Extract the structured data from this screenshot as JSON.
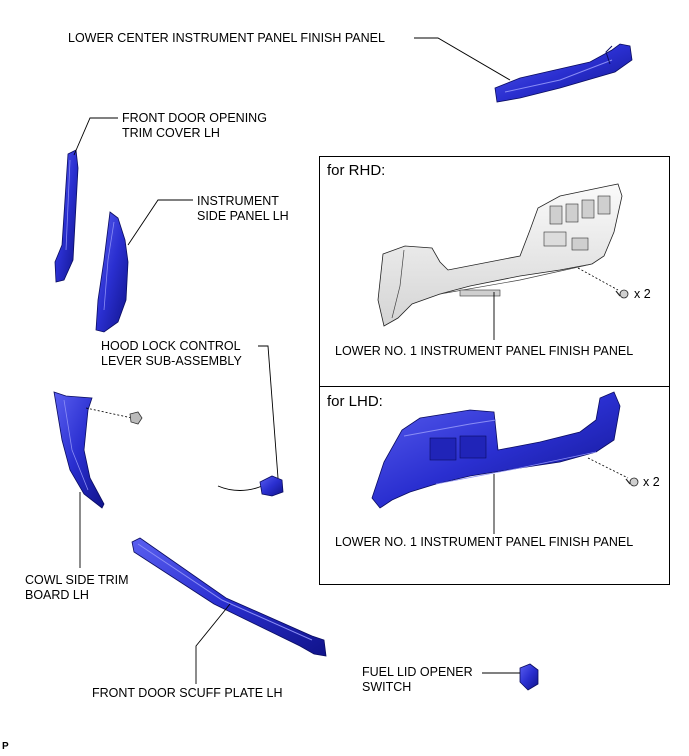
{
  "labels": {
    "lower_center_panel": "LOWER CENTER INSTRUMENT PANEL FINISH PANEL",
    "front_door_opening_trim": "FRONT DOOR OPENING\nTRIM COVER LH",
    "instrument_side_panel": "INSTRUMENT\nSIDE PANEL LH",
    "hood_lock_lever": "HOOD LOCK CONTROL\nLEVER SUB-ASSEMBLY",
    "cowl_side_trim": "COWL SIDE TRIM\nBOARD LH",
    "front_door_scuff": "FRONT DOOR SCUFF PLATE LH",
    "fuel_lid_switch": "FUEL LID OPENER\nSWITCH"
  },
  "rhd_box": {
    "title": "for RHD:",
    "part_label": "LOWER NO. 1 INSTRUMENT PANEL FINISH PANEL",
    "qty": "x 2"
  },
  "lhd_box": {
    "title": "for LHD:",
    "part_label": "LOWER NO. 1 INSTRUMENT PANEL FINISH PANEL",
    "qty": "x 2"
  },
  "corner_mark": "P",
  "colors": {
    "part_fill": "#2a2fd0",
    "part_dark": "#10138a",
    "part_light": "#6f73f0",
    "rhd_fill": "#ececec",
    "line": "#000000"
  }
}
